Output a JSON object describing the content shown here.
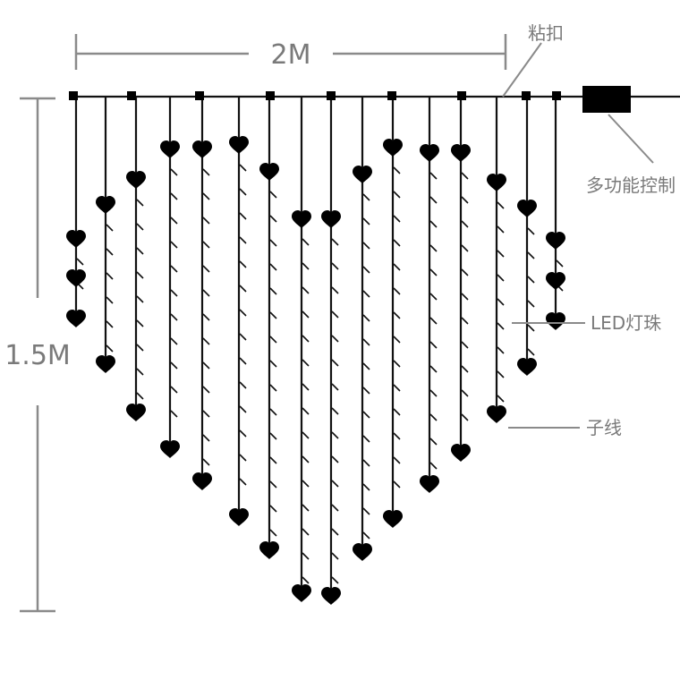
{
  "dimensions": {
    "width_label": "2M",
    "height_label": "1.5M"
  },
  "callouts": {
    "clip": "粘扣",
    "controller": "多功能控制",
    "led_beads": "LED灯珠",
    "sub_wire": "子线"
  },
  "colors": {
    "wire": "#111111",
    "annotation": "#8a8a8a"
  },
  "icons": {
    "led": "heart-icon",
    "clip": "square-clip-icon",
    "controller": "controller-box-icon"
  }
}
